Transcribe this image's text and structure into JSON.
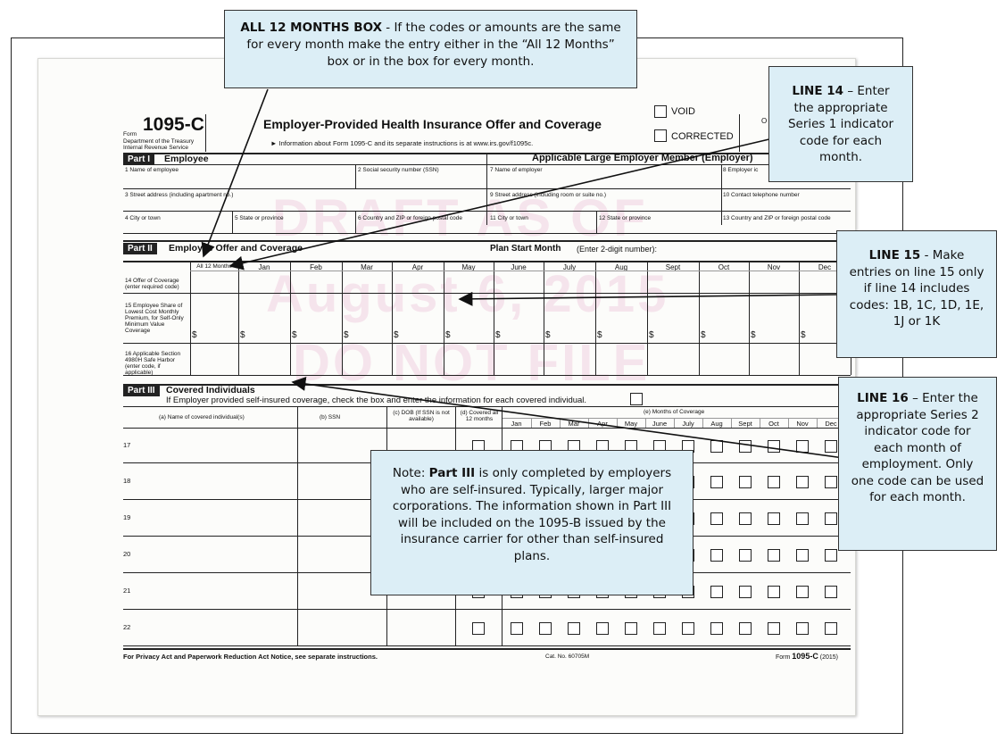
{
  "form": {
    "form_word": "Form",
    "number": "1095-C",
    "dept_line1": "Department of the Treasury",
    "dept_line2": "Internal Revenue Service",
    "title": "Employer-Provided Health Insurance Offer and Coverage",
    "subtitle": "► Information about Form 1095-C and its separate instructions is at www.irs.gov/f1095c.",
    "void_label": "VOID",
    "corrected_label": "CORRECTED",
    "omb_partial": "O",
    "watermark": [
      "DRAFT AS OF",
      "August 6, 2015",
      "DO NOT FILE"
    ],
    "part1": {
      "tag": "Part I",
      "title": "Employee",
      "employer_title": "Applicable Large Employer Member (Employer)",
      "fields": {
        "f1": "1 Name of employee",
        "f2": "2 Social security number (SSN)",
        "f3": "3 Street address (including apartment no.)",
        "f4": "4 City or town",
        "f5": "5 State or province",
        "f6": "6 Country and ZIP or foreign postal code",
        "f7": "7 Name of employer",
        "f8": "8 Employer ic",
        "f9": "9 Street address (including room or suite no.)",
        "f10": "10 Contact telephone number",
        "f11": "11 City or town",
        "f12": "12 State or province",
        "f13": "13 Country and ZIP or foreign postal code"
      }
    },
    "part2": {
      "tag": "Part II",
      "title": "Employee Offer and Coverage",
      "plan_start_bold": "Plan Start Month",
      "plan_start_rest": "(Enter 2-digit number):",
      "months": [
        "All 12 Months",
        "Jan",
        "Feb",
        "Mar",
        "Apr",
        "May",
        "June",
        "July",
        "Aug",
        "Sept",
        "Oct",
        "Nov",
        "Dec"
      ],
      "line14": "14 Offer of Coverage (enter required code)",
      "line15": "15 Employee Share of Lowest Cost Monthly Premium, for Self-Only Minimum Value Coverage",
      "line16": "16 Applicable Section 4980H Safe Harbor (enter code, if applicable)",
      "dollar": "$"
    },
    "part3": {
      "tag": "Part III",
      "title": "Covered Individuals",
      "instruction": "If Employer provided self-insured coverage, check the box and enter the information for each covered individual.",
      "col_a": "(a) Name of covered individual(s)",
      "col_b": "(b) SSN",
      "col_c": "(c) DOB (If SSN is not available)",
      "col_d": "(d) Covered all 12 months",
      "col_e": "(e) Months of Coverage",
      "months": [
        "Jan",
        "Feb",
        "Mar",
        "Apr",
        "May",
        "June",
        "July",
        "Aug",
        "Sept",
        "Oct",
        "Nov",
        "Dec"
      ],
      "rows": [
        "17",
        "18",
        "19",
        "20",
        "21",
        "22"
      ]
    },
    "footer": {
      "left": "For Privacy Act and Paperwork Reduction Act Notice, see separate instructions.",
      "center": "Cat. No. 60705M",
      "right_form": "Form",
      "right_number": "1095-C",
      "right_year": "(2015)"
    }
  },
  "callouts": {
    "all12": {
      "bold": "ALL 12 MONTHS BOX",
      "text": " - If the codes or amounts are the same for every month make the entry either in the “All 12 Months” box or in the box for every month."
    },
    "line14": {
      "bold": "LINE 14",
      "text": " – Enter the appropriate Series 1 indicator code for each month."
    },
    "line15": {
      "bold": "LINE 15",
      "text": " - Make entries on line 15 only if line 14 includes codes: 1B, 1C, 1D, 1E, 1J or 1K"
    },
    "line16": {
      "bold": "LINE 16",
      "text": " – Enter the appropriate Series 2 indicator code for each month of employment. Only one code can be used for each month."
    },
    "note": {
      "prefix": "Note: ",
      "bold": "Part III",
      "text": " is only completed by employers who are self-insured. Typically, larger major corporations.  The information shown in Part III will be included on the 1095-B issued by the insurance carrier for other than self-insured plans."
    }
  }
}
